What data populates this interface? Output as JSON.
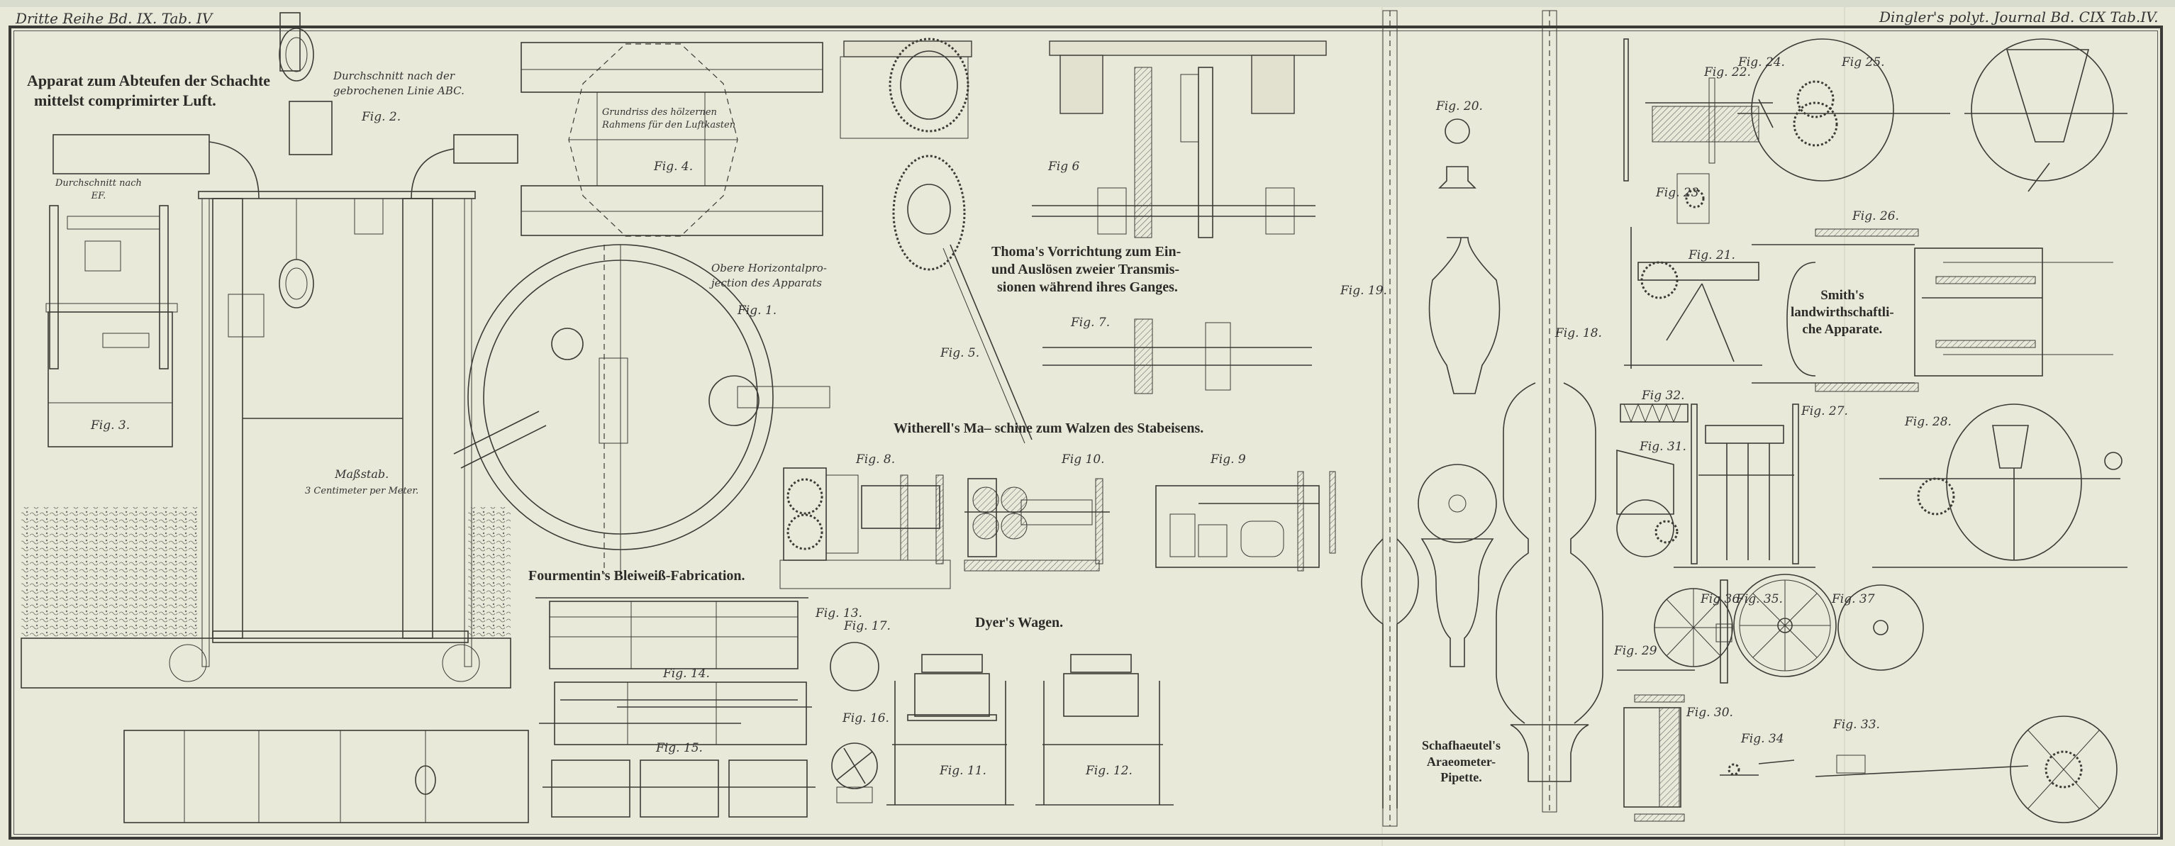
{
  "plate": {
    "header_left": "Dritte Reihe Bd. IX. Tab. IV",
    "header_right": "Dingler's polyt. Journal Bd. CIX Tab.IV."
  },
  "sections": {
    "shaft_apparatus": {
      "title_line1": "Apparat zum Abteufen der Schachte",
      "title_line2": "mittelst comprimirter Luft.",
      "fig2_caption_line1": "Durchschnitt nach der",
      "fig2_caption_line2": "gebrochenen Linie ABC.",
      "fig3_caption_line1": "Durchschnitt nach",
      "fig3_caption_line2": "EF.",
      "fig4_caption_line1": "Grundriss des hölzernen",
      "fig4_caption_line2": "Rahmens für den Luftkasten",
      "fig1_caption_line1": "Obere Horizontalpro-",
      "fig1_caption_line2": "jection des Apparats",
      "scale_title": "Maßstab.",
      "scale_value": "3 Centimeter per Meter.",
      "figs": {
        "fig1": "Fig. 1.",
        "fig2": "Fig. 2.",
        "fig3": "Fig. 3.",
        "fig4": "Fig. 4."
      }
    },
    "thoma": {
      "title_line1": "Thoma's Vorrichtung zum Ein-",
      "title_line2": "und Auslösen zweier Transmis-",
      "title_line3": "sionen während ihres Ganges.",
      "figs": {
        "fig5": "Fig. 5.",
        "fig6": "Fig 6",
        "fig7": "Fig. 7."
      }
    },
    "witherell": {
      "title": "Witherell's Ma– schine zum Walzen des Stabeisens.",
      "figs": {
        "fig8": "Fig. 8.",
        "fig9": "Fig. 9",
        "fig10": "Fig 10."
      }
    },
    "fourmentin": {
      "title": "Fourmentin's Bleiweiß-Fabrication.",
      "figs": {
        "fig13": "Fig. 13.",
        "fig14": "Fig. 14.",
        "fig15": "Fig. 15.",
        "fig16": "Fig. 16.",
        "fig17": "Fig. 17."
      }
    },
    "dyer": {
      "title": "Dyer's Wagen.",
      "figs": {
        "fig11": "Fig. 11.",
        "fig12": "Fig. 12."
      }
    },
    "schafhaeutl": {
      "title_line1": "Schafhaeutel's",
      "title_line2": "Araeometer-",
      "title_line3": "Pipette.",
      "figs": {
        "fig18": "Fig. 18.",
        "fig19": "Fig. 19.",
        "fig20": "Fig. 20."
      }
    },
    "smith": {
      "title_line1": "Smith's",
      "title_line2": "landwirthschaftli-",
      "title_line3": "che Apparate.",
      "figs": {
        "fig21": "Fig. 21.",
        "fig22": "Fig. 22.",
        "fig23": "Fig. 23",
        "fig24": "Fig. 24.",
        "fig25": "Fig 25.",
        "fig26": "Fig. 26.",
        "fig27": "Fig. 27.",
        "fig28": "Fig. 28.",
        "fig29": "Fig. 29",
        "fig30": "Fig. 30.",
        "fig31": "Fig. 31.",
        "fig32": "Fig 32.",
        "fig33": "Fig. 33.",
        "fig34": "Fig. 34",
        "fig35": "Fig. 35.",
        "fig36": "Fig 36",
        "fig37": "Fig. 37"
      }
    }
  },
  "colors": {
    "paper": "#e9e9da",
    "ink": "#3b3b36",
    "margin": "#d8dccf"
  }
}
